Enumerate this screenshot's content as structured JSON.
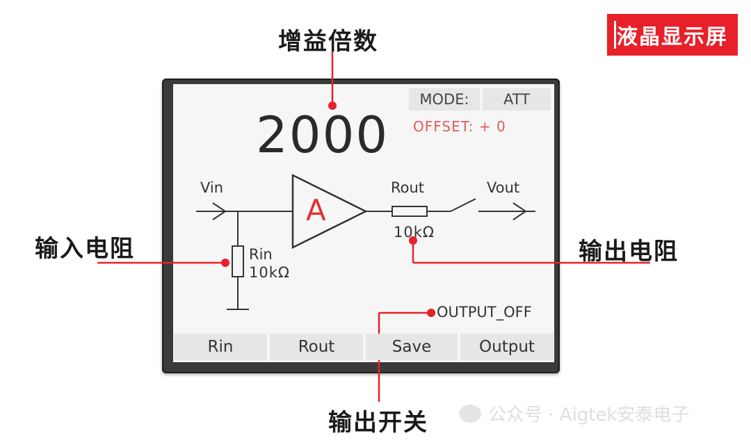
{
  "callouts": {
    "gain": "增益倍数",
    "input_resistance": "输入电阻",
    "output_resistance": "输出电阻",
    "output_switch": "输出开关"
  },
  "badge": "液晶显示屏",
  "screen": {
    "mode_label": "MODE:",
    "mode_value": "ATT",
    "offset": "OFFSET: + 0",
    "gain_value": "2000",
    "vin": "Vin",
    "amp_symbol": "A",
    "rout_label": "Rout",
    "rout_value": "10kΩ",
    "vout": "Vout",
    "rin_label": "Rin",
    "rin_value": "10kΩ",
    "output_status": "OUTPUT_OFF",
    "softkeys": [
      "Rin",
      "Rout",
      "Save",
      "Output"
    ]
  },
  "watermark": {
    "text": "公众号 · Aigtek安泰电子"
  },
  "colors": {
    "accent_red": "#e7202a",
    "amp_red": "#e03131",
    "offset_red": "#e35a5a"
  }
}
